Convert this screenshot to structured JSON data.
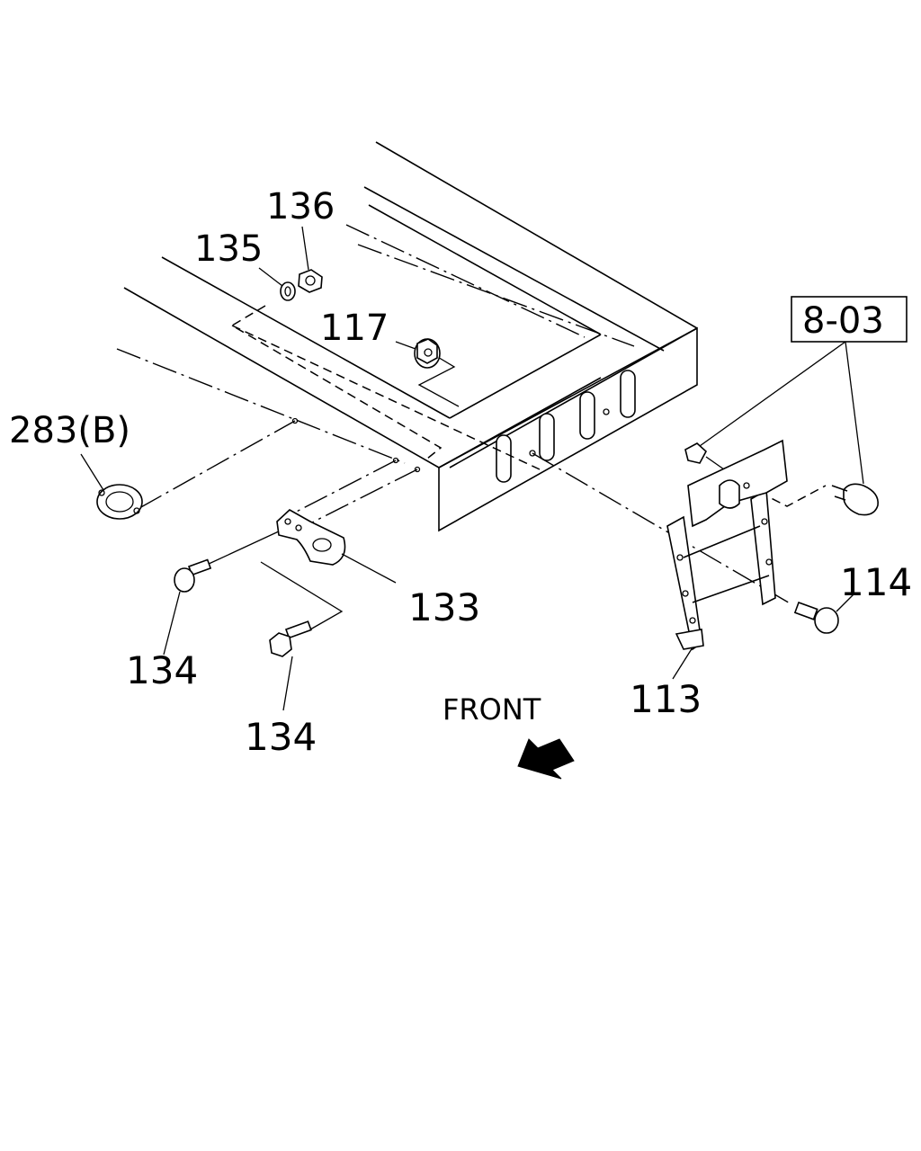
{
  "diagram": {
    "callouts": {
      "c136": "136",
      "c135": "135",
      "c117": "117",
      "c283b": "283(B)",
      "c133": "133",
      "c134a": "134",
      "c134b": "134",
      "c113": "113",
      "c114": "114",
      "ref803": "8-03"
    },
    "direction_label": "FRONT",
    "icons": [
      "front-arrow-icon"
    ]
  }
}
